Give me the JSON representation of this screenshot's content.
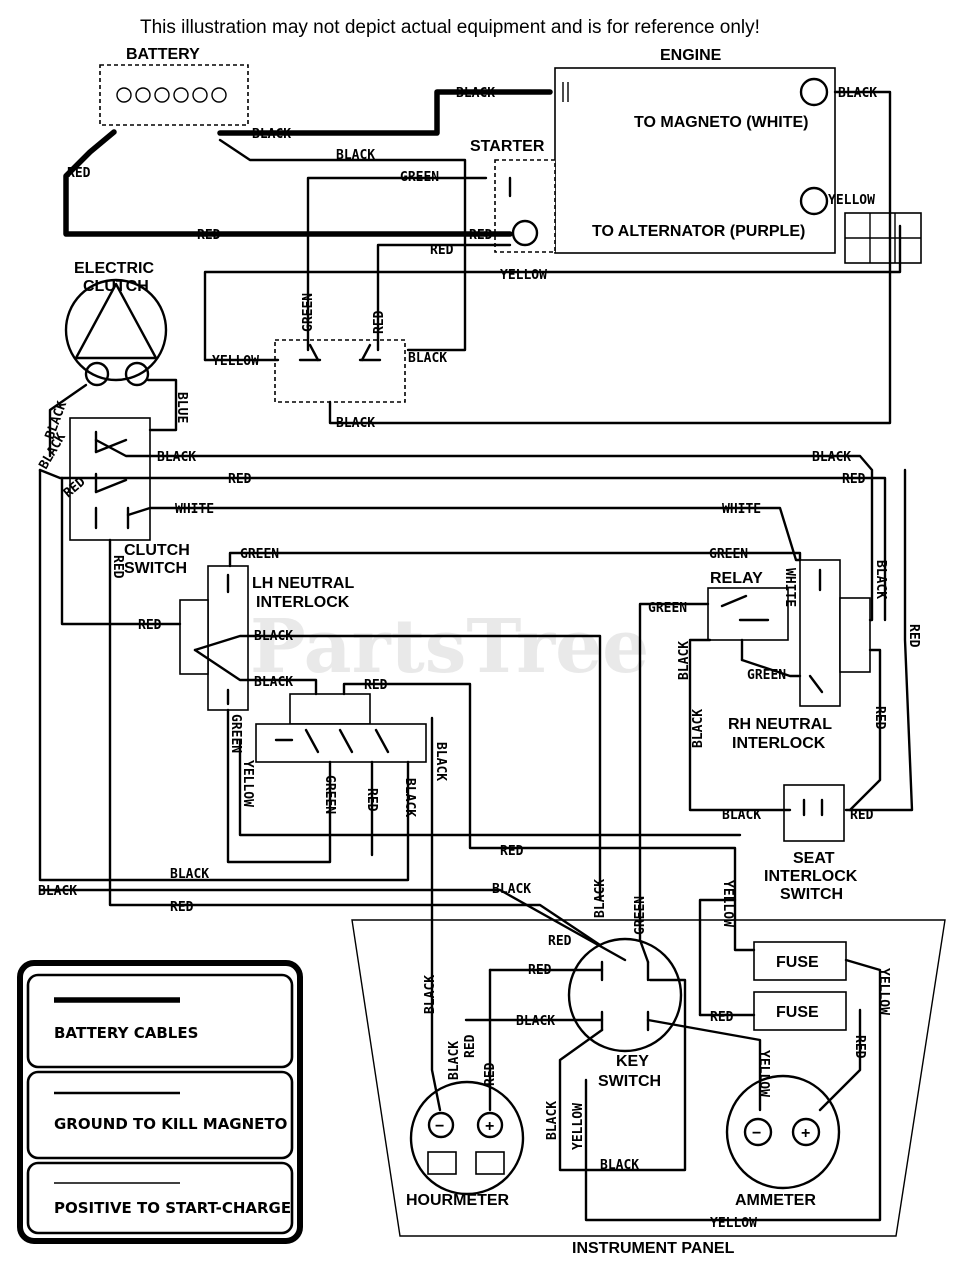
{
  "disclaimer": "This illustration may not depict actual equipment and is for reference only!",
  "watermark": "PartsTree",
  "components": {
    "battery": "BATTERY",
    "engine": "ENGINE",
    "to_magneto": "TO MAGNETO (WHITE)",
    "to_alternator": "TO ALTERNATOR (PURPLE)",
    "starter": "STARTER",
    "electric_clutch_1": "ELECTRIC",
    "electric_clutch_2": "CLUTCH",
    "clutch_switch_1": "CLUTCH",
    "clutch_switch_2": "SWITCH",
    "lh_neutral_1": "LH NEUTRAL",
    "lh_neutral_2": "INTERLOCK",
    "relay": "RELAY",
    "rh_neutral_1": "RH NEUTRAL",
    "rh_neutral_2": "INTERLOCK",
    "seat_1": "SEAT",
    "seat_2": "INTERLOCK",
    "seat_3": "SWITCH",
    "fuse": "FUSE",
    "key_1": "KEY",
    "key_2": "SWITCH",
    "hourmeter": "HOURMETER",
    "ammeter": "AMMETER",
    "instrument_panel": "INSTRUMENT PANEL",
    "minus": "−",
    "plus": "+"
  },
  "wire_colors": {
    "black": "BLACK",
    "red": "RED",
    "green": "GREEN",
    "yellow": "YELLOW",
    "white": "WHITE",
    "blue": "BLUE"
  },
  "legend": [
    {
      "label": "BATTERY CABLES",
      "line": "heavy"
    },
    {
      "label": "GROUND TO KILL MAGNETO",
      "line": "medium"
    },
    {
      "label": "POSITIVE TO START-CHARGE",
      "line": "light"
    }
  ]
}
